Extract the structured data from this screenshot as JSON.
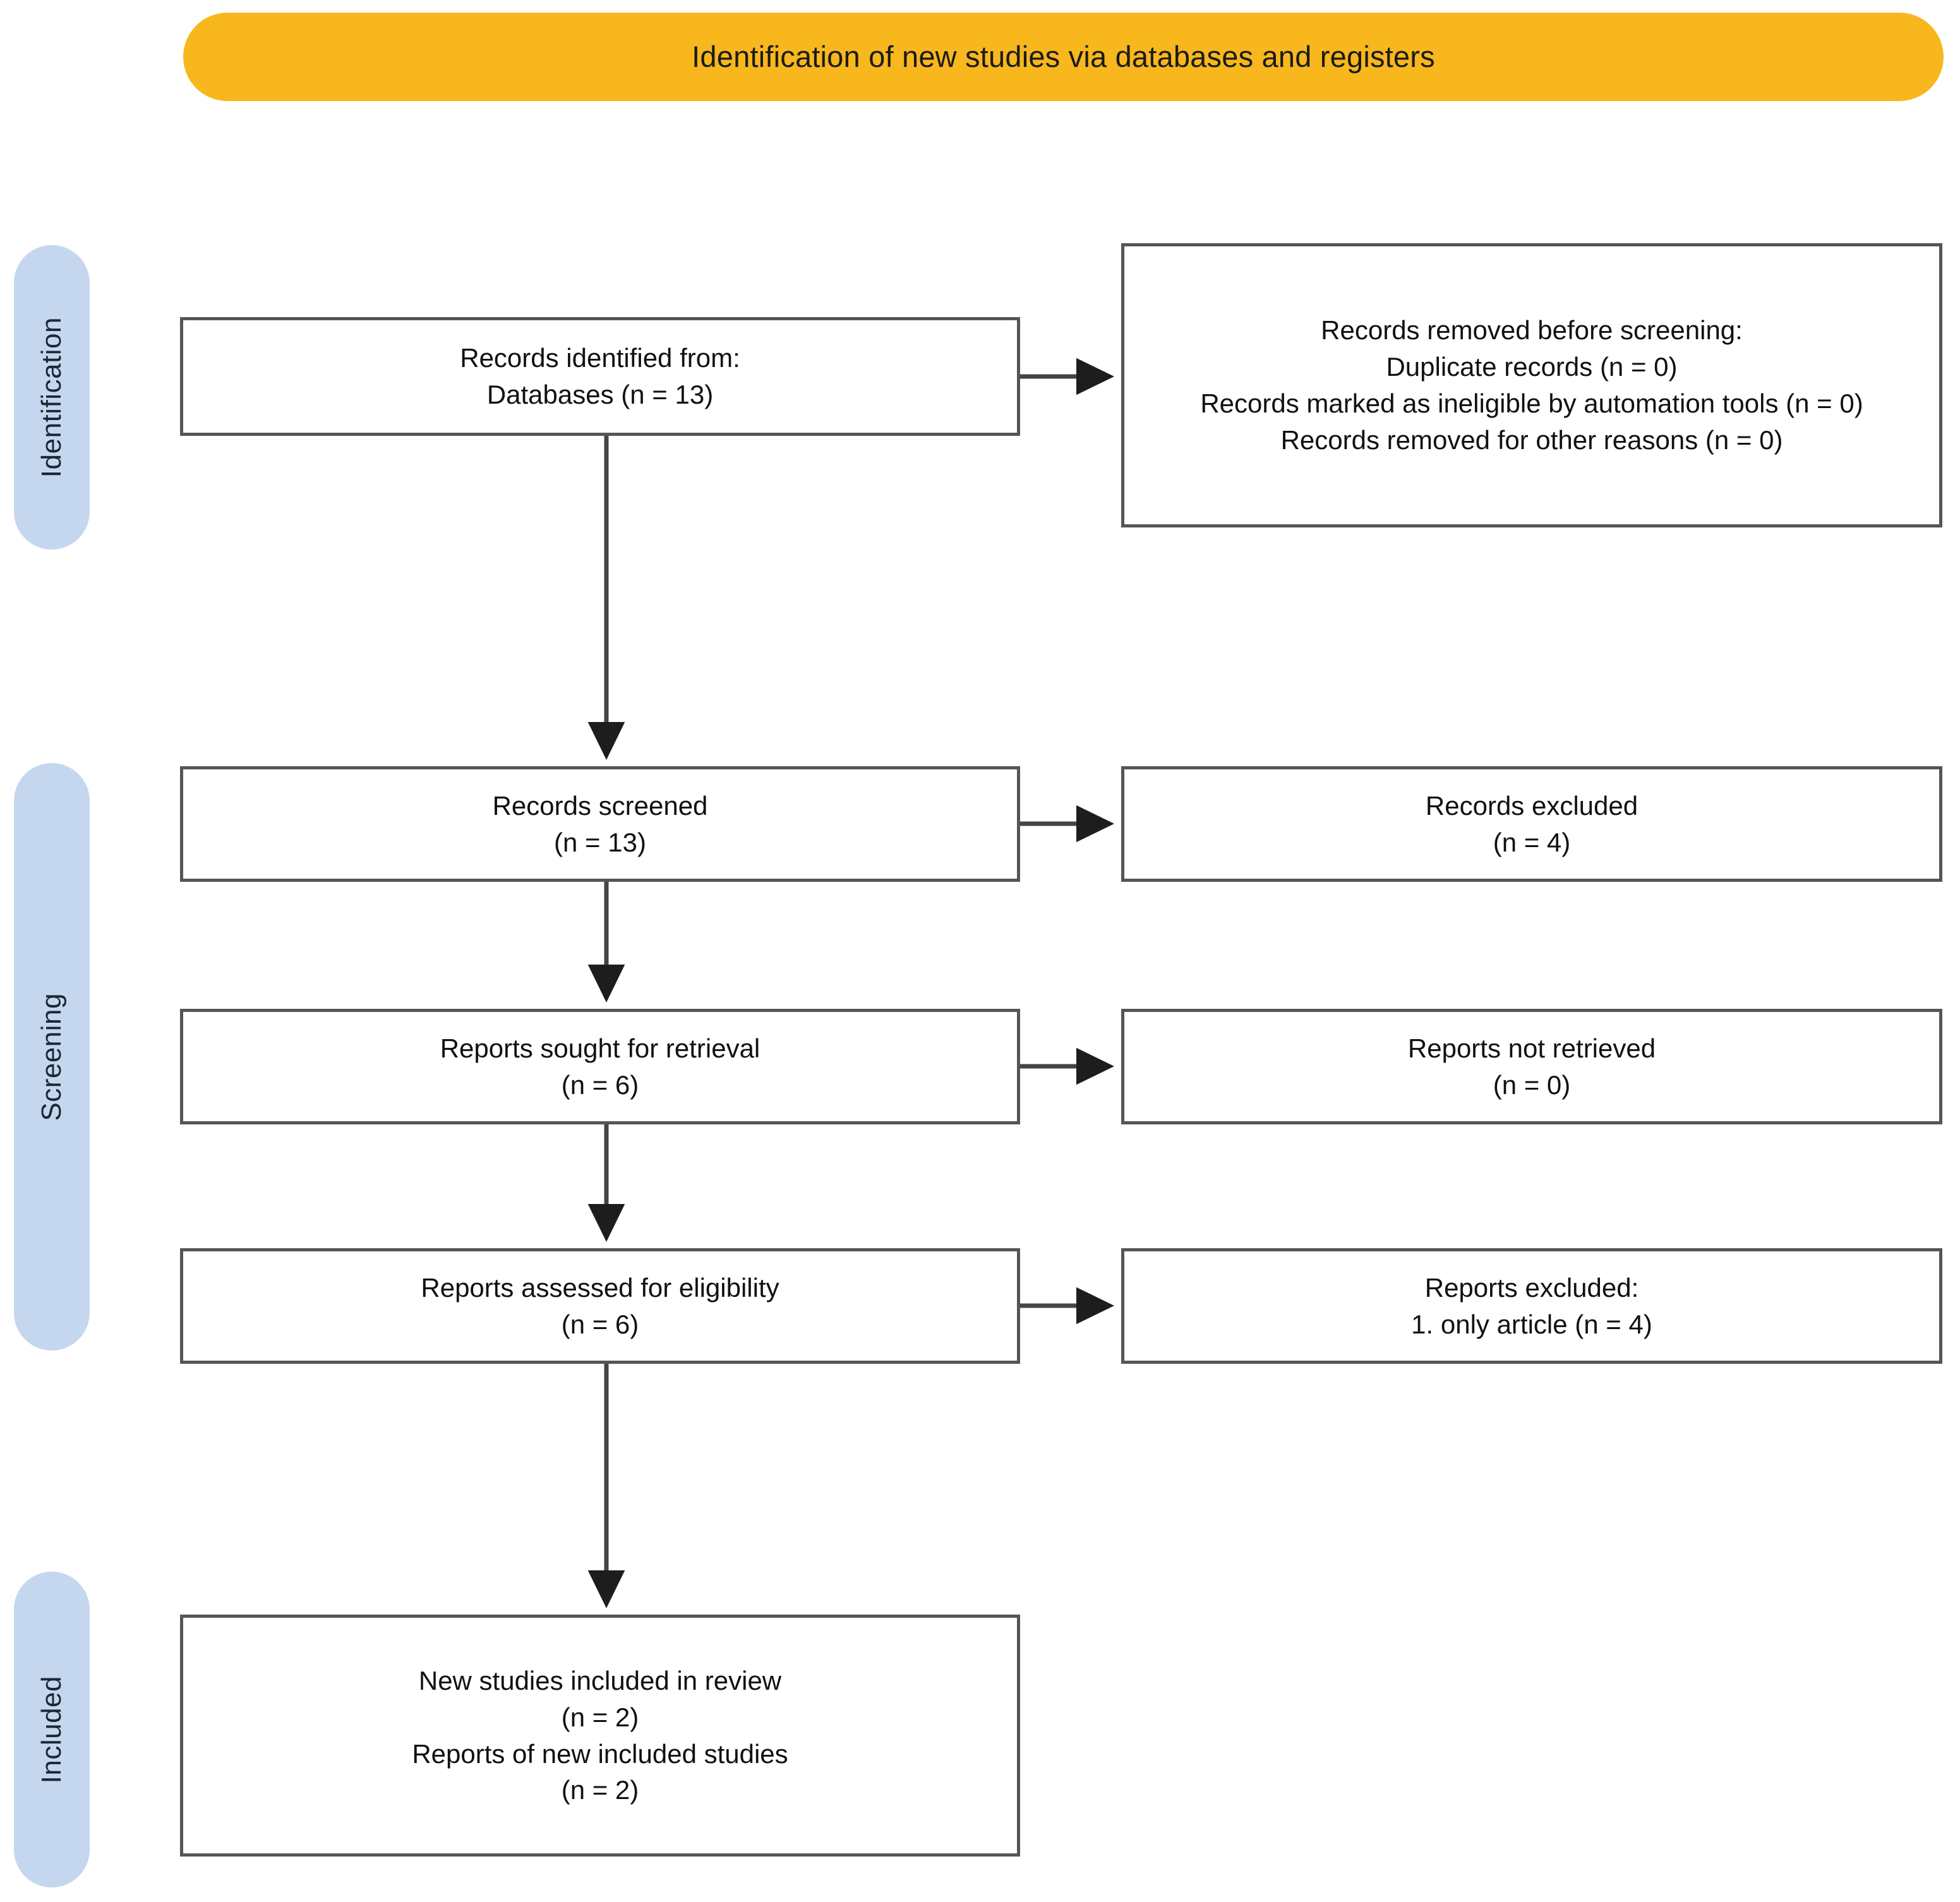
{
  "header": {
    "title": "Identification of new studies via databases and registers"
  },
  "colors": {
    "banner": "#F7B71D",
    "stage_label": "#C5D7EF",
    "box_border": "#555555",
    "connector": "#444444",
    "text": "#111111"
  },
  "stages": [
    {
      "id": "identification",
      "label": "Identification"
    },
    {
      "id": "screening",
      "label": "Screening"
    },
    {
      "id": "included",
      "label": "Included"
    }
  ],
  "boxes": {
    "identified": {
      "name": "records-identified",
      "lines": [
        "Records identified from:",
        "Databases (n = 13)"
      ]
    },
    "removed": {
      "name": "records-removed-before-screening",
      "lines": [
        "Records removed before screening:",
        "Duplicate records (n = 0)",
        "Records marked as ineligible by automation tools (n = 0)",
        "Records removed for other reasons (n = 0)"
      ]
    },
    "screened": {
      "name": "records-screened",
      "lines": [
        "Records screened",
        "(n = 13)"
      ]
    },
    "excluded": {
      "name": "records-excluded",
      "lines": [
        "Records excluded",
        "(n = 4)"
      ]
    },
    "sought": {
      "name": "reports-sought-for-retrieval",
      "lines": [
        "Reports sought for retrieval",
        "(n = 6)"
      ]
    },
    "notretrieved": {
      "name": "reports-not-retrieved",
      "lines": [
        "Reports not retrieved",
        "(n = 0)"
      ]
    },
    "assessed": {
      "name": "reports-assessed-for-eligibility",
      "lines": [
        "Reports assessed for eligibility",
        "(n = 6)"
      ]
    },
    "repexcluded": {
      "name": "reports-excluded",
      "lines": [
        "Reports excluded:",
        "1. only article (n = 4)"
      ]
    },
    "included": {
      "name": "new-studies-included",
      "lines": [
        "New studies included in review",
        "(n = 2)",
        "Reports of new included studies",
        "(n = 2)"
      ]
    }
  },
  "chart_data": {
    "type": "diagram",
    "title": "Identification of new studies via databases and registers",
    "diagram_kind": "PRISMA 2020 flow diagram",
    "stages": [
      "Identification",
      "Screening",
      "Included"
    ],
    "nodes": [
      {
        "id": "identified",
        "stage": "Identification",
        "label": "Records identified from: Databases",
        "n": 13
      },
      {
        "id": "removed",
        "stage": "Identification",
        "label": "Records removed before screening",
        "breakdown": [
          {
            "label": "Duplicate records",
            "n": 0
          },
          {
            "label": "Records marked as ineligible by automation tools",
            "n": 0
          },
          {
            "label": "Records removed for other reasons",
            "n": 0
          }
        ]
      },
      {
        "id": "screened",
        "stage": "Screening",
        "label": "Records screened",
        "n": 13
      },
      {
        "id": "excluded",
        "stage": "Screening",
        "label": "Records excluded",
        "n": 4
      },
      {
        "id": "sought",
        "stage": "Screening",
        "label": "Reports sought for retrieval",
        "n": 6
      },
      {
        "id": "notretrieved",
        "stage": "Screening",
        "label": "Reports not retrieved",
        "n": 0
      },
      {
        "id": "assessed",
        "stage": "Screening",
        "label": "Reports assessed for eligibility",
        "n": 6
      },
      {
        "id": "repexcluded",
        "stage": "Screening",
        "label": "Reports excluded",
        "breakdown": [
          {
            "label": "1. only article",
            "n": 4
          }
        ]
      },
      {
        "id": "studies_included",
        "stage": "Included",
        "label": "New studies included in review",
        "n": 2
      },
      {
        "id": "reports_included",
        "stage": "Included",
        "label": "Reports of new included studies",
        "n": 2
      }
    ],
    "edges": [
      {
        "from": "identified",
        "to": "removed",
        "direction": "right"
      },
      {
        "from": "identified",
        "to": "screened",
        "direction": "down"
      },
      {
        "from": "screened",
        "to": "excluded",
        "direction": "right"
      },
      {
        "from": "screened",
        "to": "sought",
        "direction": "down"
      },
      {
        "from": "sought",
        "to": "notretrieved",
        "direction": "right"
      },
      {
        "from": "sought",
        "to": "assessed",
        "direction": "down"
      },
      {
        "from": "assessed",
        "to": "repexcluded",
        "direction": "right"
      },
      {
        "from": "assessed",
        "to": "studies_included",
        "direction": "down"
      }
    ]
  }
}
